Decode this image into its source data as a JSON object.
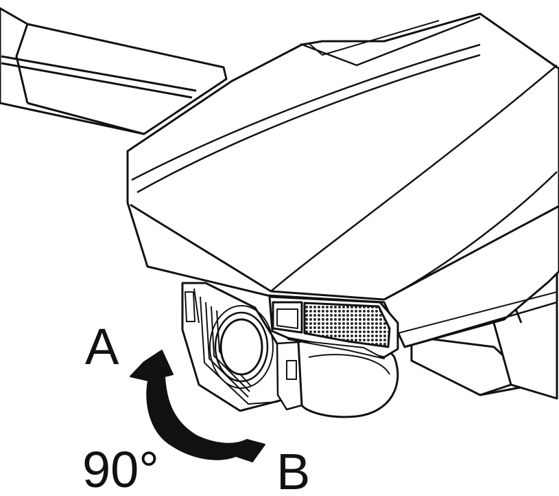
{
  "labels": {
    "position_a": "A",
    "position_b": "B",
    "rotation_angle": "90°"
  },
  "colors": {
    "line": "#111111",
    "background": "#ffffff",
    "vent_fill": "#2a2a2a",
    "arrow_fill": "#111111"
  }
}
